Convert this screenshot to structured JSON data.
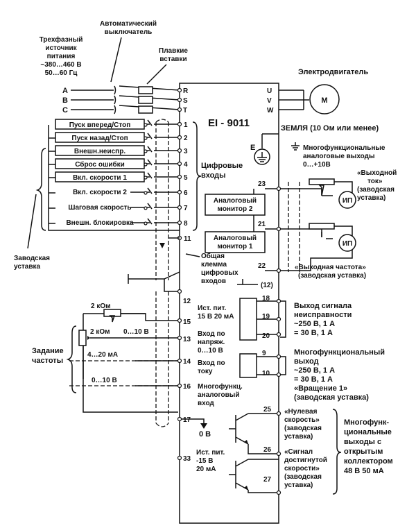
{
  "supply": {
    "title": [
      "Трехфазный",
      "источник",
      "питания",
      "~380…460 В",
      "50…60 Гц"
    ],
    "phases": [
      "A",
      "B",
      "C"
    ]
  },
  "breaker": [
    "Автоматический",
    "выключатель"
  ],
  "fuses": [
    "Плавкие",
    "вставки"
  ],
  "motor": {
    "title": "Электродвигатель",
    "symbol": "М"
  },
  "terminals": {
    "power_in": [
      "R",
      "S",
      "T"
    ],
    "power_out": [
      "U",
      "V",
      "W"
    ],
    "left": [
      "1",
      "2",
      "3",
      "4",
      "5",
      "6",
      "7",
      "8",
      "11",
      "12",
      "15",
      "13",
      "14",
      "16",
      "17",
      "33"
    ],
    "right": [
      "23",
      "21",
      "22",
      "(12)",
      "18",
      "19",
      "20",
      "9",
      "10",
      "25",
      "26",
      "27"
    ]
  },
  "model": "EI - 9011",
  "ground": {
    "text": "ЗЕМЛЯ  (10 Ом или менее)",
    "symbol": "E"
  },
  "digital_inputs": {
    "items": [
      "Пуск вперед/Стоп",
      "Пуск назад/Стоп",
      "Внешн.неиспр.",
      "Сброс ошибки",
      "Вкл. скорости 1",
      "Вкл. скорости 2",
      "Шаговая скорость",
      "Внешн. блокировка"
    ],
    "group": [
      "Цифровые",
      "входы"
    ],
    "factory": [
      "Заводская",
      "уставка"
    ],
    "common": [
      "Общая",
      "клемма",
      "цифровых",
      "входов"
    ]
  },
  "analog_outputs": {
    "title": [
      "Многофункциональные",
      "аналоговые выходы",
      "0…+10В"
    ],
    "monitor1": [
      "Аналоговый",
      "монитор 1"
    ],
    "monitor2": [
      "Аналоговый",
      "монитор 2"
    ],
    "meter": "ИП",
    "current_note": [
      "«Выходной",
      "ток»",
      "(заводская",
      "уставка)"
    ],
    "freq_note": [
      "«Выходная частота»",
      "(заводская уставка)"
    ]
  },
  "fault_output": [
    "Выход сигнала",
    "неисправности",
    "~250 В, 1 А",
    "= 30 В, 1 А"
  ],
  "multi_output": [
    "Многофункциональный",
    "выход",
    "~250 В, 1 А",
    "= 30 В, 1 А",
    "«Вращение 1»",
    "(заводская уставка)"
  ],
  "freq_setting": {
    "label": [
      "Задание",
      "частоты"
    ],
    "pot_top": "2 кОм",
    "pot_side": "2 кОм",
    "range_13": "0…10 В",
    "range_14": "4…20 мА",
    "range_16": "0…10 В"
  },
  "left_terminal_notes": {
    "t15": [
      "Ист. пит.",
      "15 В 20 мА"
    ],
    "t13": [
      "Вход по",
      "напряж.",
      "0…10 В"
    ],
    "t14": [
      "Вход по",
      "току"
    ],
    "t16": [
      "Многофункц.",
      "аналоговый",
      "вход"
    ],
    "t17": "0 В",
    "t33": [
      "Ист. пит.",
      "-15 В",
      "20 мА"
    ]
  },
  "oc_outputs": {
    "zero": [
      "«Нулевая",
      "скорость»",
      "(заводская",
      "уставка)"
    ],
    "reached": [
      "«Сигнал",
      "достигнутой",
      "скорости»",
      "(заводская",
      "уставка)"
    ],
    "group": [
      "Многофунк-",
      "циональные",
      "выходы с",
      "открытым",
      "коллектором",
      "48 В 50 мА"
    ]
  }
}
